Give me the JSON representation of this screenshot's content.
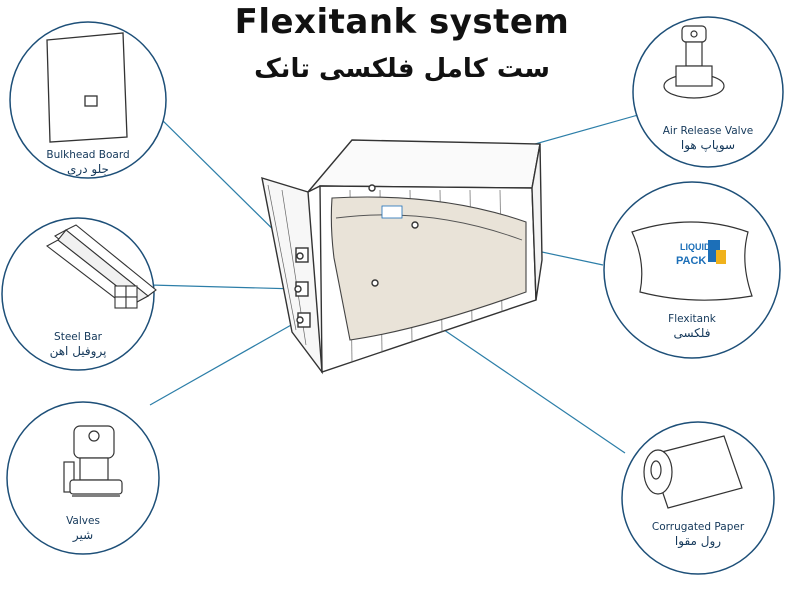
{
  "title": "Flexitank system",
  "title_fa": "ست کامل فلکسی تانک",
  "logo": {
    "line1": "LIQUID",
    "line2": "PACK",
    "brand_color": "#1c6fb8",
    "accent_color": "#f0b21c"
  },
  "colors": {
    "circle": "#1d4f78",
    "leader": "#2c7ea8",
    "drawing": "#333333",
    "liquid": "#e9e3d8"
  },
  "components": [
    {
      "id": "bulkhead-board",
      "name": "Bulkhead Board",
      "name_fa": "جلو دری",
      "icon": "board-icon"
    },
    {
      "id": "steel-bar",
      "name": "Steel Bar",
      "name_fa": "پروفیل اهن",
      "icon": "steel-bars-icon"
    },
    {
      "id": "valves",
      "name": "Valves",
      "name_fa": "شیر",
      "icon": "valve-icon"
    },
    {
      "id": "air-release-valve",
      "name": "Air Release Valve",
      "name_fa": "سوپاپ هوا",
      "icon": "air-valve-icon"
    },
    {
      "id": "flexitank",
      "name": "Flexitank",
      "name_fa": "فلکسی",
      "icon": "flexitank-bag-icon"
    },
    {
      "id": "corrugated-paper",
      "name": "Corrugated Paper",
      "name_fa": "رول مقوا",
      "icon": "paper-roll-icon"
    }
  ]
}
